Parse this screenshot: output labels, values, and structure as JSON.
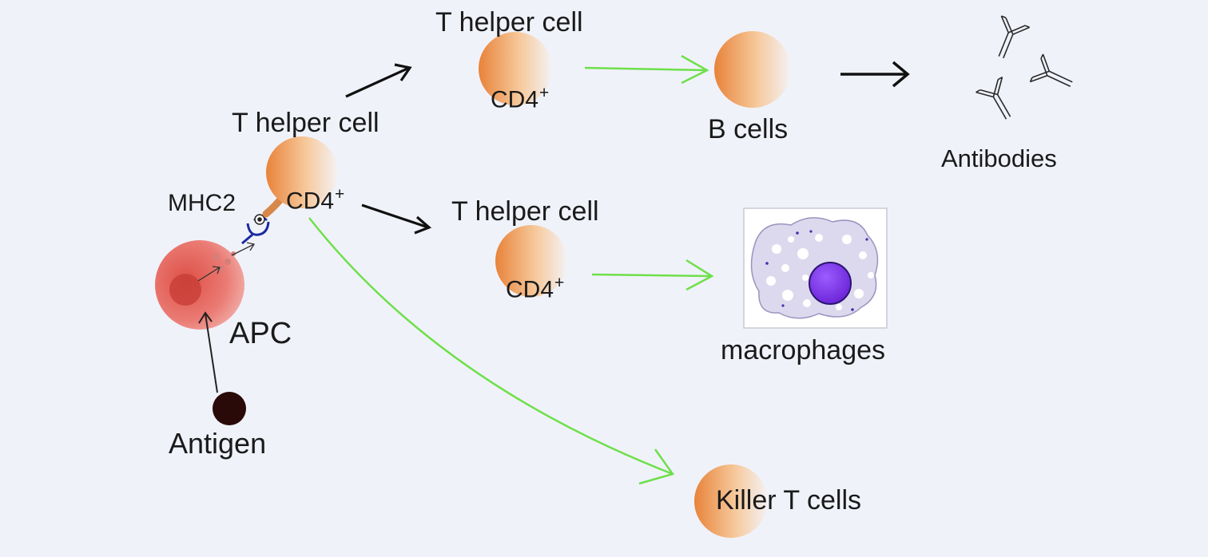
{
  "diagram": {
    "t_helper_main": {
      "title": "T helper cell",
      "marker": "CD4",
      "marker_sup": "+"
    },
    "t_helper_top": {
      "title": "T helper cell",
      "marker": "CD4",
      "marker_sup": "+"
    },
    "t_helper_mid": {
      "title": "T helper cell",
      "marker": "CD4",
      "marker_sup": "+"
    },
    "mhc": "MHC2",
    "apc": "APC",
    "antigen": "Antigen",
    "b_cells": "B cells",
    "antibodies": "Antibodies",
    "macrophages": "macrophages",
    "killer_t_cells": "Killer T cells"
  },
  "colors": {
    "background": "#f0f2fa",
    "cell_orange": "#e8833a",
    "apc_red": "#e35a5a",
    "antigen": "#2a0a08",
    "arrow_black": "#111111",
    "arrow_green": "#6ee04a",
    "mhc_blue": "#1a2aa0",
    "macrophage_nucleus": "#7a2ee0"
  }
}
